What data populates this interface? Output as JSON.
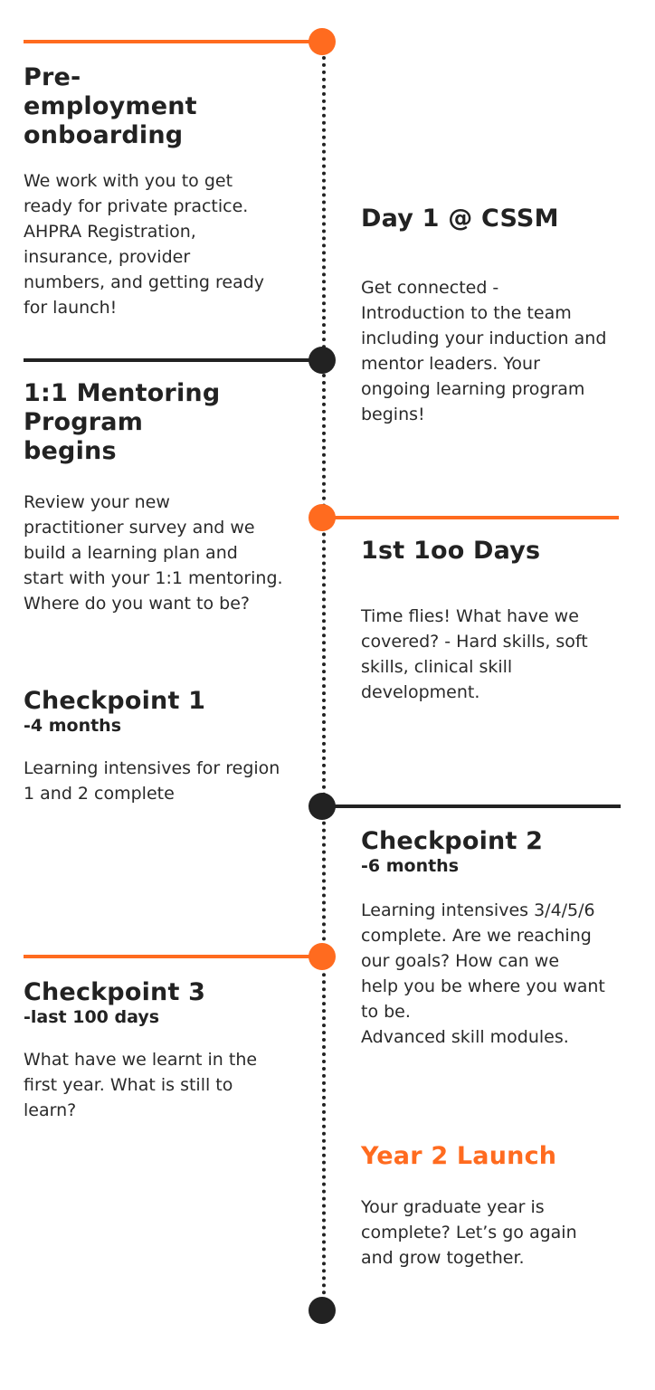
{
  "colors": {
    "accent": "#ff6b1f",
    "dark": "#222222"
  },
  "milestones": [
    {
      "title": "Pre-\nemployment\nonboarding",
      "subtitle": "",
      "text": "We work with you to get\nready for private practice.\nAHPRA Registration,\ninsurance, provider\nnumbers, and getting ready\nfor launch!"
    },
    {
      "title": "Day 1 @ CSSM",
      "subtitle": "",
      "text": "Get connected -\nIntroduction to the team\nincluding your induction and\nmentor leaders. Your\nongoing learning program\nbegins!"
    },
    {
      "title": "1:1 Mentoring\nProgram\nbegins",
      "subtitle": "",
      "text": "Review your new\npractitioner survey and we\nbuild a learning plan and\nstart with your 1:1 mentoring.\nWhere do you want to be?"
    },
    {
      "title": "1st 1oo Days",
      "subtitle": "",
      "text": "Time flies! What have we\ncovered? - Hard skills, soft\nskills, clinical skill\ndevelopment."
    },
    {
      "title": "Checkpoint 1",
      "subtitle": "-4 months",
      "text": "Learning intensives for region\n1 and 2 complete"
    },
    {
      "title": "Checkpoint 2",
      "subtitle": "-6 months",
      "text": "Learning intensives 3/4/5/6\ncomplete.  Are we reaching\nour goals?  How can we\nhelp you be where you want\nto be.\n Advanced skill modules."
    },
    {
      "title": "Checkpoint 3",
      "subtitle": "-last 100 days",
      "text": "What have we learnt in the\nfirst year.  What is still to\nlearn?"
    },
    {
      "title": "Year 2 Launch",
      "subtitle": "",
      "text": "Your graduate year is\ncomplete? Let’s go again\nand grow together."
    }
  ]
}
